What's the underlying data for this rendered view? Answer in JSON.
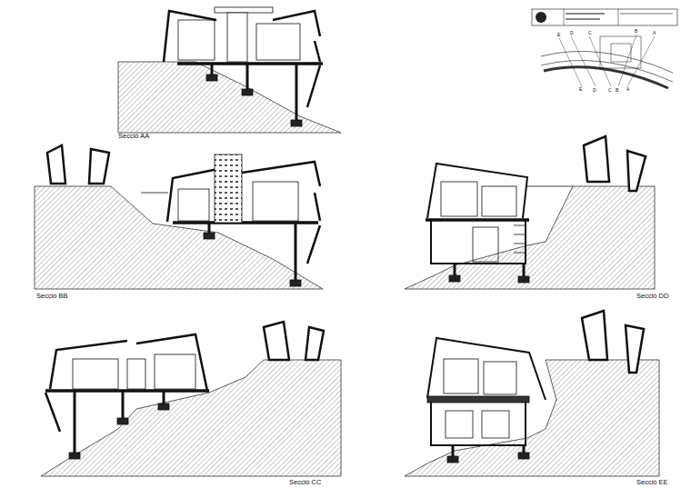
{
  "diagram": {
    "labels": [
      "Secció AA",
      "Secció BB",
      "Secció DD",
      "Secció CC",
      "Secció EE",
      "E",
      "D",
      "C",
      "B",
      "A",
      "E",
      "D",
      "C",
      "B",
      "A"
    ]
  }
}
